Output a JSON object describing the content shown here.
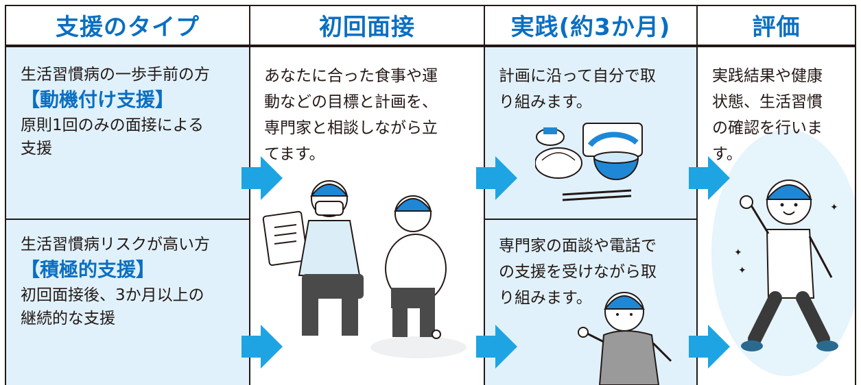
{
  "colors": {
    "accent": "#0a6fc2",
    "cell_blue": "#e0f1fb",
    "arrow": "#1ea4e3",
    "line": "#231815"
  },
  "headers": [
    "支援のタイプ",
    "初回面接",
    "実践(約3か月)",
    "評価"
  ],
  "support_types": {
    "motivation": {
      "line1": "生活習慣病の一歩手前の方",
      "name": "【動機付け支援】",
      "desc_1": "原則1回のみの面接による",
      "desc_2": "支援"
    },
    "active": {
      "line1": "生活習慣病リスクが高い方",
      "name": "【積極的支援】",
      "desc_1": "初回面接後、3か月以上の",
      "desc_2": "継続的な支援"
    }
  },
  "initial_interview": {
    "line1": "あなたに合った食事や運",
    "line2": "動などの目標と計画を、",
    "line3": "専門家と相談しながら立",
    "line4": "てます。"
  },
  "practice": {
    "self": {
      "line1": "計画に沿って自分で取",
      "line2": "り組みます。"
    },
    "supported": {
      "line1": "専門家の面談や電話で",
      "line2": "の支援を受けながら取",
      "line3": "り組みます。"
    }
  },
  "evaluation": {
    "line1": "実践結果や健康",
    "line2": "状態、生活習慣",
    "line3": "の確認を行いま",
    "line4": "す。"
  },
  "icons": [
    "arrow-right-icon",
    "meal-icon",
    "consultation-icon",
    "exercising-person-icon",
    "happy-person-icon"
  ]
}
